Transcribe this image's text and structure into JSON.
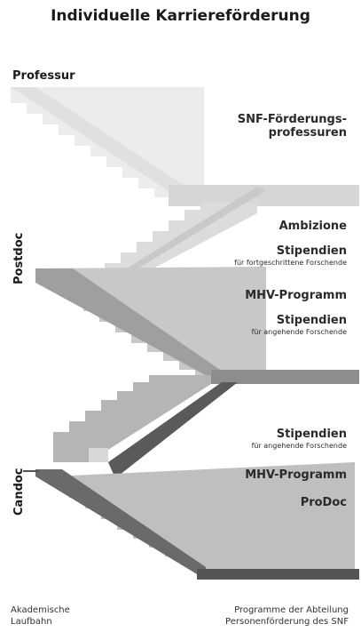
{
  "title": "Individuelle Karriereförderung",
  "levels": {
    "professur": "Professur",
    "postdoc": "Postdoc",
    "candoc": "Candoc"
  },
  "programs": [
    {
      "main": "SNF-Förderungs-\nprofessuren",
      "sub": ""
    },
    {
      "main": "Ambizione",
      "sub": ""
    },
    {
      "main": "Stipendien",
      "sub": "für fortgeschrittene Forschende"
    },
    {
      "main": "MHV-Programm",
      "sub": ""
    },
    {
      "main": "Stipendien",
      "sub": "für angehende Forschende"
    },
    {
      "main": "Stipendien",
      "sub": "für angehende Forschende"
    },
    {
      "main": "MHV-Programm",
      "sub": ""
    },
    {
      "main": "ProDoc",
      "sub": ""
    }
  ],
  "footer": {
    "left": "Akademische\nLaufbahn",
    "right": "Programme der Abteilung\nPersonenförderung des SNF"
  },
  "colors": {
    "light": "#e2e2e2",
    "lighter": "#ededed",
    "medium": "#bdbdbd",
    "mediumdark": "#9a9a9a",
    "dark": "#5e5e5e",
    "darker": "#474747"
  }
}
